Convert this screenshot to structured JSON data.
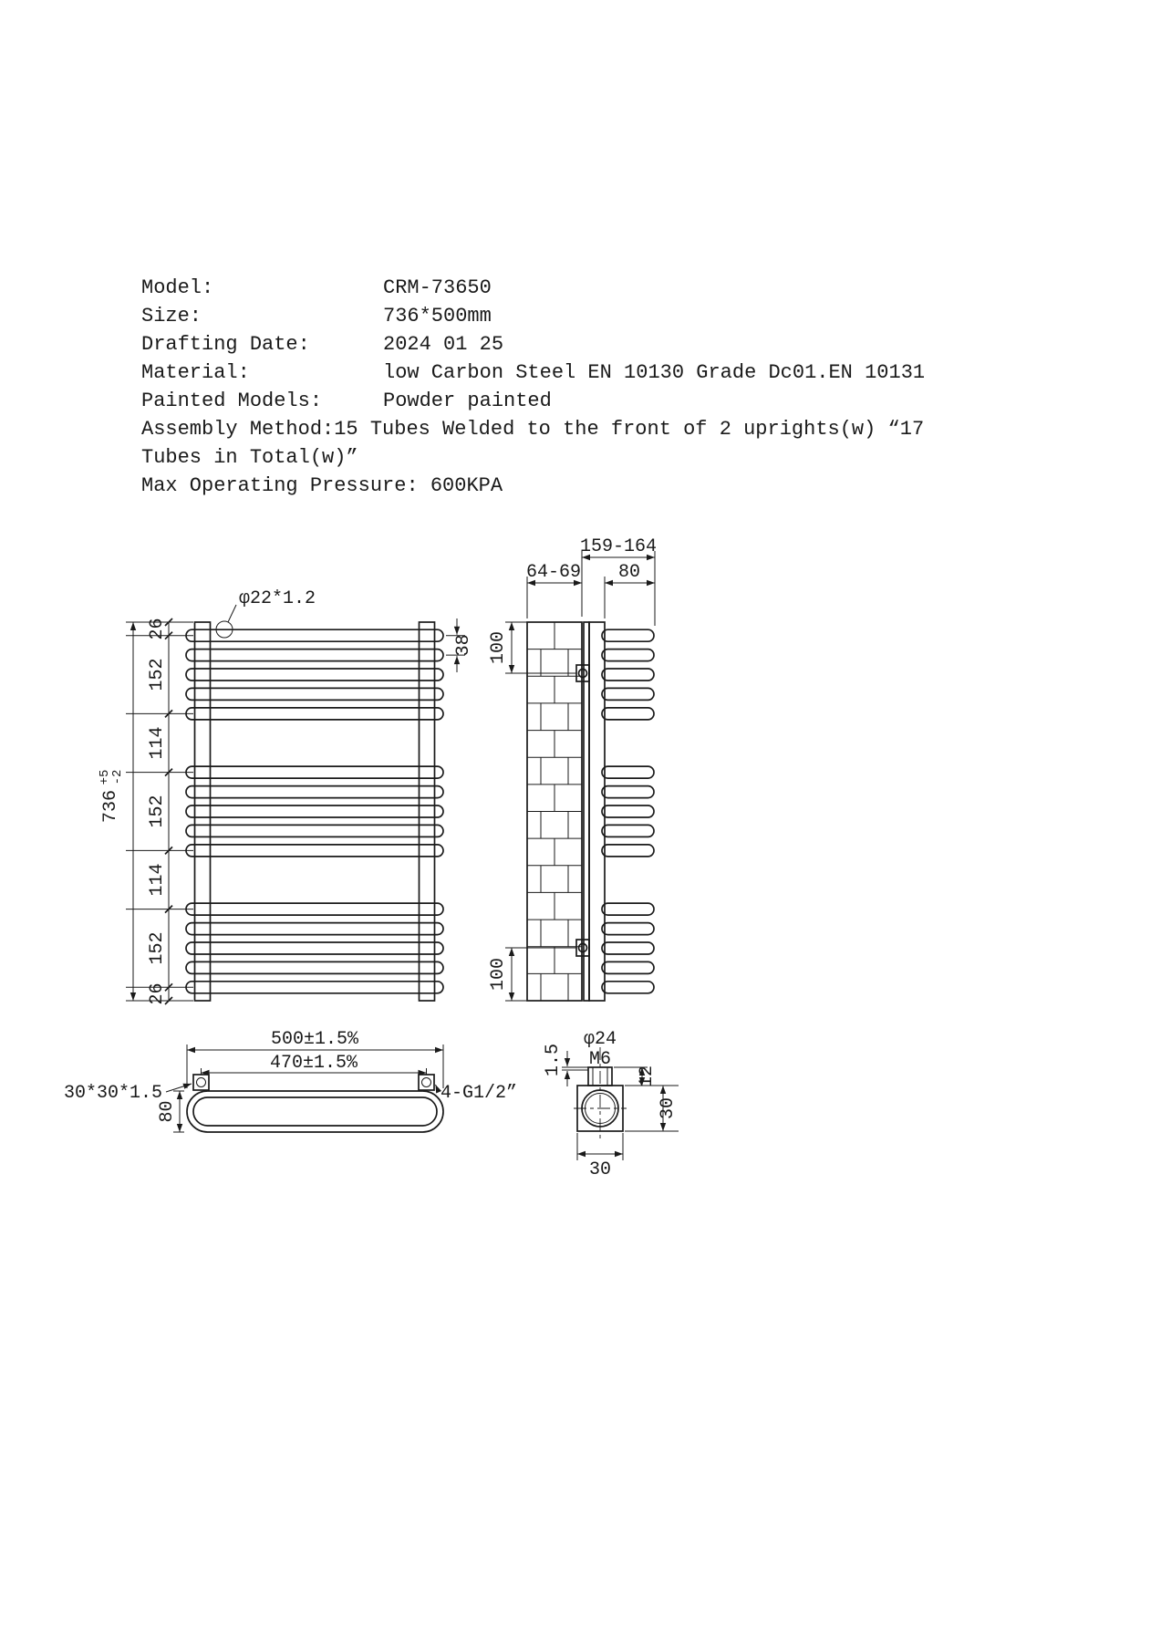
{
  "specs": {
    "rows": [
      {
        "label": "Model:",
        "value": "CRM-73650"
      },
      {
        "label": "Size:",
        "value": "736*500mm"
      },
      {
        "label": "Drafting Date:",
        "value": "2024 01 25"
      },
      {
        "label": "Material:",
        "value": "low Carbon Steel EN 10130 Grade Dc01.EN 10131"
      },
      {
        "label": "Painted Models:",
        "value": "Powder painted"
      }
    ],
    "assembly_line1": "Assembly Method:15 Tubes Welded to the front of 2 uprights(w) “17",
    "assembly_line2": "Tubes in Total(w)”",
    "pressure_line": "Max Operating Pressure: 600KPA"
  },
  "front_view": {
    "tube_callout": "φ22*1.2",
    "overall_height": "736",
    "tol_plus": "+5",
    "tol_minus": "-2",
    "dim_chain": [
      "26",
      "152",
      "114",
      "152",
      "114",
      "152",
      "26"
    ],
    "tube_pitch": "38"
  },
  "side_view": {
    "depth_range": "159-164",
    "wall_gap": "64-69",
    "tube_depth": "80",
    "bracket_top": "100",
    "bracket_bottom": "100"
  },
  "bottom_view": {
    "width_overall": "500±1.5%",
    "width_centers": "470±1.5%",
    "upright_spec": "30*30*1.5",
    "tube_depth": "80",
    "connection": "4-G1/2”"
  },
  "detail_view": {
    "hole_dia": "φ24",
    "thread": "M6",
    "wall_thickness": "1.5",
    "boss_height": "12",
    "height": "30",
    "width": "30"
  }
}
